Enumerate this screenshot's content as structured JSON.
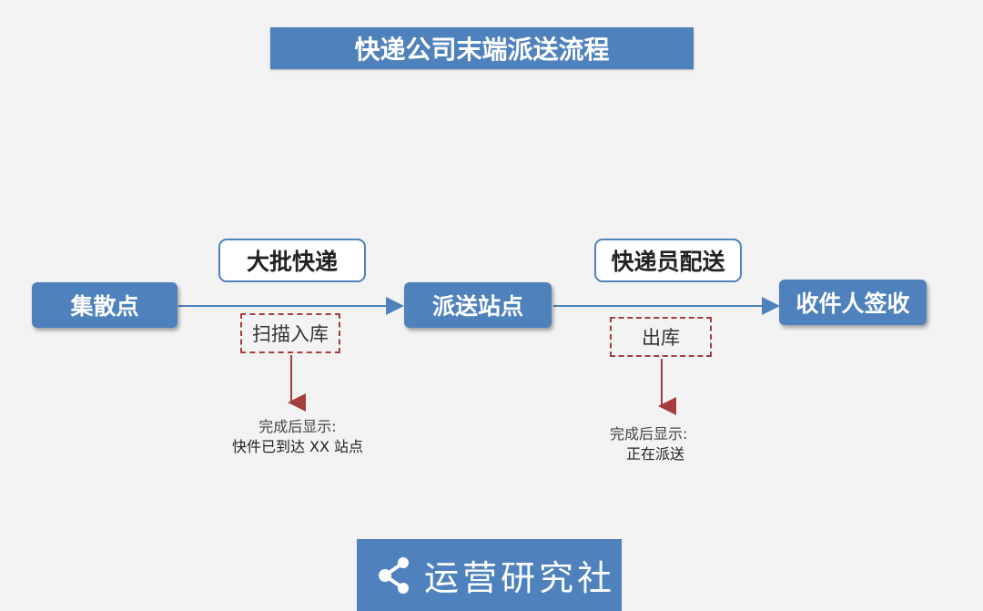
{
  "title": "快递公司末端派送流程",
  "nodes": {
    "collection": "集散点",
    "station": "派送站点",
    "receiver": "收件人签收"
  },
  "stages": {
    "bulk": "大批快递",
    "courier": "快递员配送"
  },
  "actions": {
    "scan_in": "扫描入库",
    "out": "出库"
  },
  "notes": {
    "scan_in": {
      "line1": "完成后显示:",
      "line2": "快件已到达 XX 站点"
    },
    "out": {
      "line1": "完成后显示:",
      "line2": "正在派送"
    }
  },
  "brand": {
    "name": "运营研究社",
    "icon": "share-icon"
  },
  "colors": {
    "primary": "#4f81bd",
    "dashed": "#a63d3d",
    "background": "#f3f3f3"
  }
}
